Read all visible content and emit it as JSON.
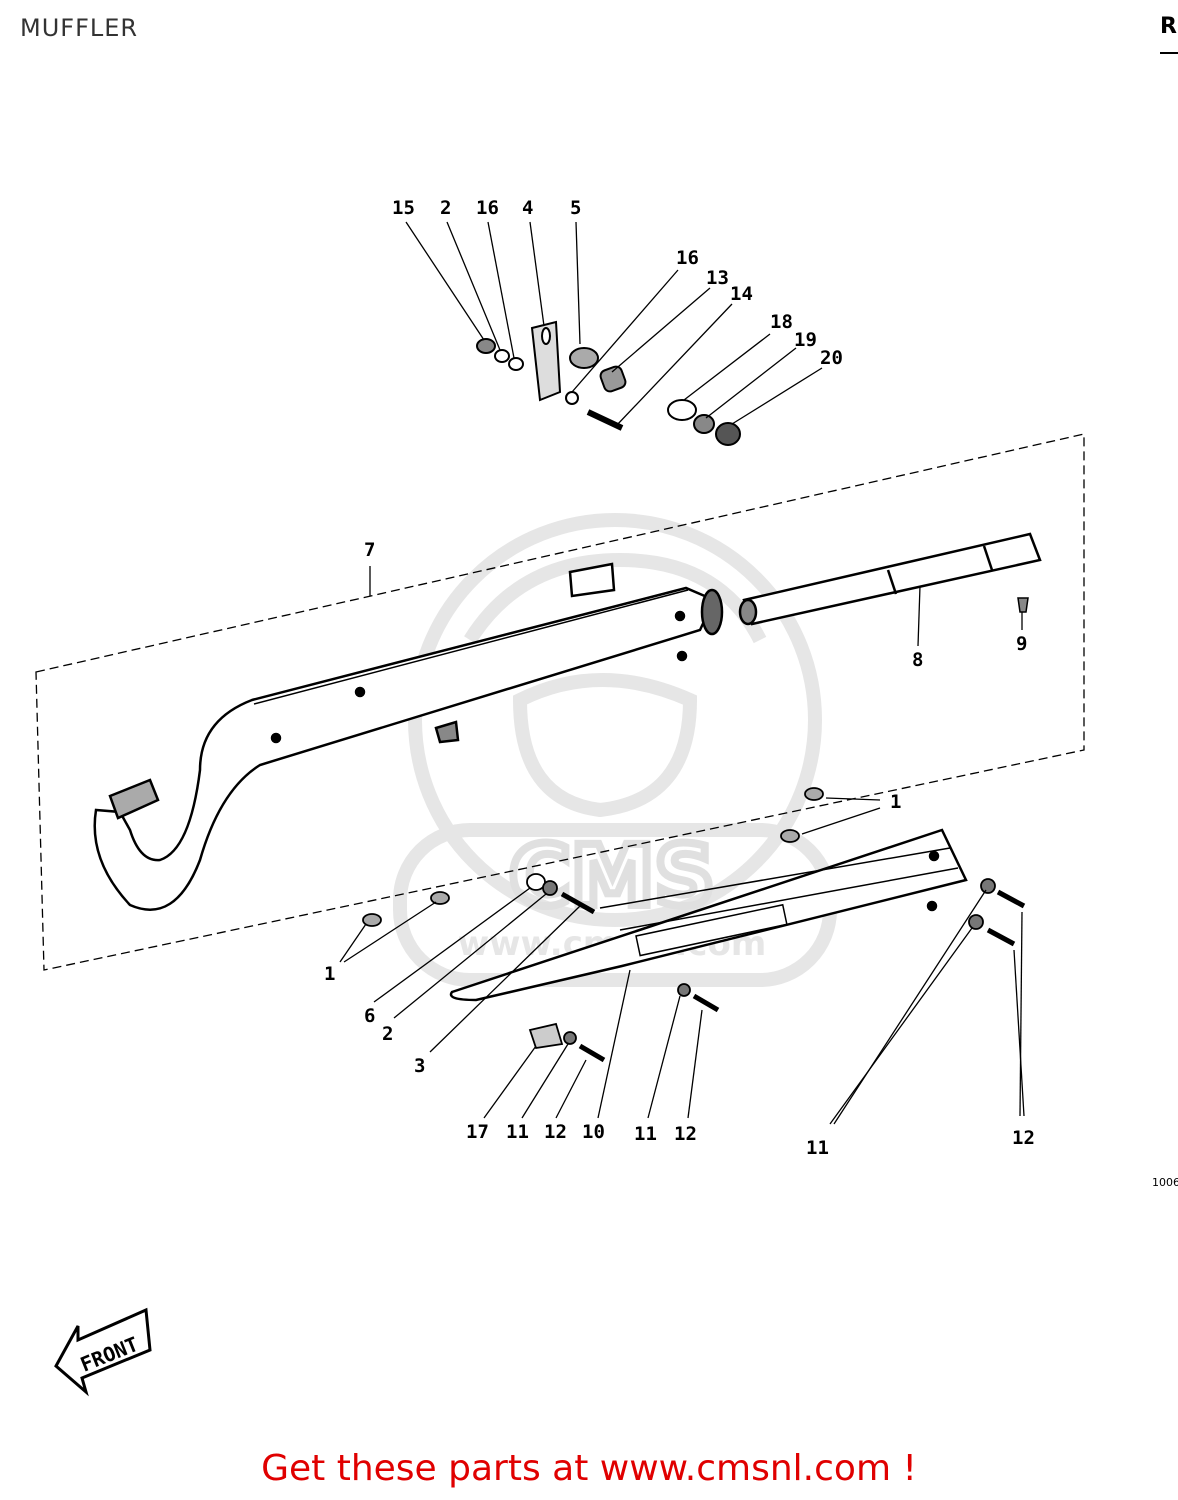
{
  "title": "MUFFLER",
  "corner_mark": "R",
  "ref_code": "1006",
  "cta": "Get these parts at www.cmsnl.com !",
  "front_label": "FRONT",
  "watermark": {
    "logo": "CMS",
    "url": "www.cmsnl.com"
  },
  "colors": {
    "cta": "#e00000",
    "line": "#000000",
    "watermark": "#e6e6e6"
  },
  "callouts": [
    {
      "id": "c15",
      "text": "15"
    },
    {
      "id": "c2a",
      "text": "2"
    },
    {
      "id": "c16a",
      "text": "16"
    },
    {
      "id": "c4",
      "text": "4"
    },
    {
      "id": "c5",
      "text": "5"
    },
    {
      "id": "c16b",
      "text": "16"
    },
    {
      "id": "c13",
      "text": "13"
    },
    {
      "id": "c14",
      "text": "14"
    },
    {
      "id": "c18",
      "text": "18"
    },
    {
      "id": "c19",
      "text": "19"
    },
    {
      "id": "c20",
      "text": "20"
    },
    {
      "id": "c7",
      "text": "7"
    },
    {
      "id": "c8",
      "text": "8"
    },
    {
      "id": "c9",
      "text": "9"
    },
    {
      "id": "c1a",
      "text": "1"
    },
    {
      "id": "c1b",
      "text": "1"
    },
    {
      "id": "c6",
      "text": "6"
    },
    {
      "id": "c2b",
      "text": "2"
    },
    {
      "id": "c3",
      "text": "3"
    },
    {
      "id": "c17",
      "text": "17"
    },
    {
      "id": "c11a",
      "text": "11"
    },
    {
      "id": "c12a",
      "text": "12"
    },
    {
      "id": "c10",
      "text": "10"
    },
    {
      "id": "c11b",
      "text": "11"
    },
    {
      "id": "c12b",
      "text": "12"
    },
    {
      "id": "c11c",
      "text": "11"
    },
    {
      "id": "c12c",
      "text": "12"
    }
  ]
}
